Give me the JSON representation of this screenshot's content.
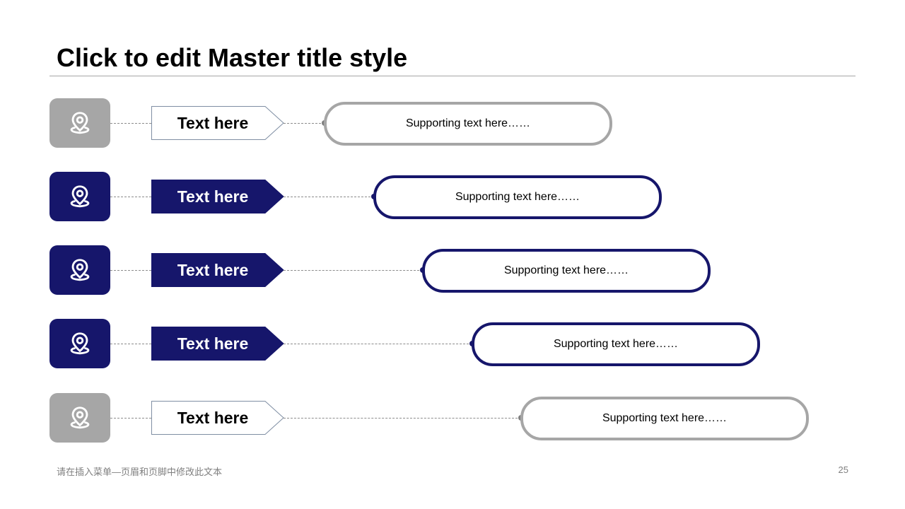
{
  "title": "Click to edit Master title style",
  "colors": {
    "navy": "#16166b",
    "gray": "#a6a6a6",
    "outline_gray": "#7f8ea3",
    "connector": "#8c8c8c"
  },
  "rows": [
    {
      "icon": "location-pin-icon",
      "label": "Text here",
      "support": "Supporting text here……",
      "style": "outline"
    },
    {
      "icon": "location-pin-icon",
      "label": "Text here",
      "support": "Supporting text here……",
      "style": "filled"
    },
    {
      "icon": "location-pin-icon",
      "label": "Text here",
      "support": "Supporting text here……",
      "style": "filled"
    },
    {
      "icon": "location-pin-icon",
      "label": "Text here",
      "support": "Supporting text here……",
      "style": "filled"
    },
    {
      "icon": "location-pin-icon",
      "label": "Text here",
      "support": "Supporting text here……",
      "style": "outline"
    }
  ],
  "footer": {
    "text": "请在插入菜单—页眉和页脚中修改此文本",
    "page_number": "25"
  }
}
